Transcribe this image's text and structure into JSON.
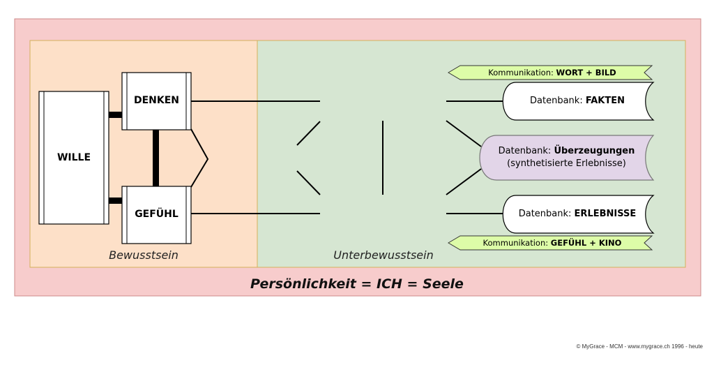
{
  "title": "Persönlichkeit = ICH = Seele",
  "zones": {
    "conscious": "Bewusstsein",
    "subconscious": "Unterbewusstsein"
  },
  "boxes": {
    "will": "WILLE",
    "thinking": "DENKEN",
    "feeling": "GEFÜHL"
  },
  "databases": {
    "facts": {
      "prefix": "Datenbank: ",
      "name": "FAKTEN"
    },
    "beliefs": {
      "prefix": "Datenbank: ",
      "name": "Überzeugungen",
      "sub": "(synthetisierte Erlebnisse)"
    },
    "experiences": {
      "prefix": "Datenbank: ",
      "name": "ERLEBNISSE"
    }
  },
  "communication": {
    "top": {
      "prefix": "Kommunikation: ",
      "name": "WORT + BILD"
    },
    "bottom": {
      "prefix": "Kommunikation: ",
      "name": "GEFÜHL + KINO"
    }
  },
  "colors": {
    "outer": "#f7cccc",
    "conscious": "#fde0c8",
    "subconscious": "#d6e6d2",
    "beliefs": "#e2d5e8",
    "comm": "#ddfca8"
  },
  "footer": "© MyGrace - MCM - www.mygrace.ch 1996 - heute"
}
